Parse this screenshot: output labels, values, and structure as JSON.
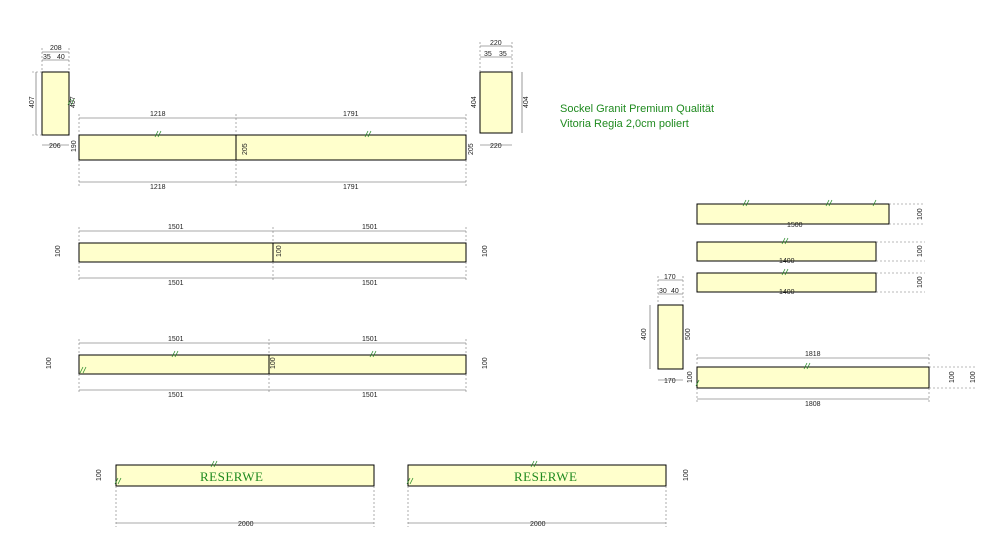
{
  "notes": {
    "line1": "Sockel Granit Premium Qualität",
    "line2": "Vitoria Regia 2,0cm poliert"
  },
  "reserve_label": "RESERWE",
  "dimensions": {
    "p1_top": "208",
    "p1_top_a": "35",
    "p1_top_b": "40",
    "p1_left": "407",
    "p1_inner": "407",
    "p1_bottom": "206",
    "p2_top": "220",
    "p2_top_a": "35",
    "p2_top_b": "35",
    "p2_left": "404",
    "p2_right": "404",
    "p2_bottom": "220",
    "r1_top_a": "1218",
    "r1_top_b": "1791",
    "r1_left": "190",
    "r1_mid": "205",
    "r1_right": "205",
    "r1_bot_a": "1218",
    "r1_bot_b": "1791",
    "r2_top_a": "1501",
    "r2_top_b": "1501",
    "r2_left": "100",
    "r2_mid": "100",
    "r2_right": "100",
    "r2_bot_a": "1501",
    "r2_bot_b": "1501",
    "r3_top_a": "1501",
    "r3_top_b": "1501",
    "r3_left": "100",
    "r3_mid": "100",
    "r3_right": "100",
    "r3_bot_a": "1501",
    "r3_bot_b": "1501",
    "res_left": "100",
    "res_right": "100",
    "res_bot_a": "2000",
    "res_bot_b": "2000",
    "s1_len": "1500",
    "s1_h": "100",
    "s2_len": "1400",
    "s2_h": "100",
    "s3_len": "1400",
    "s3_h": "100",
    "v_top": "170",
    "v_top_a": "30",
    "v_top_b": "40",
    "v_left": "400",
    "v_right": "500",
    "v_bottom": "170",
    "b_top": "1818",
    "b_left": "100",
    "b_right_a": "100",
    "b_right_b": "100",
    "b_bottom": "1808"
  }
}
